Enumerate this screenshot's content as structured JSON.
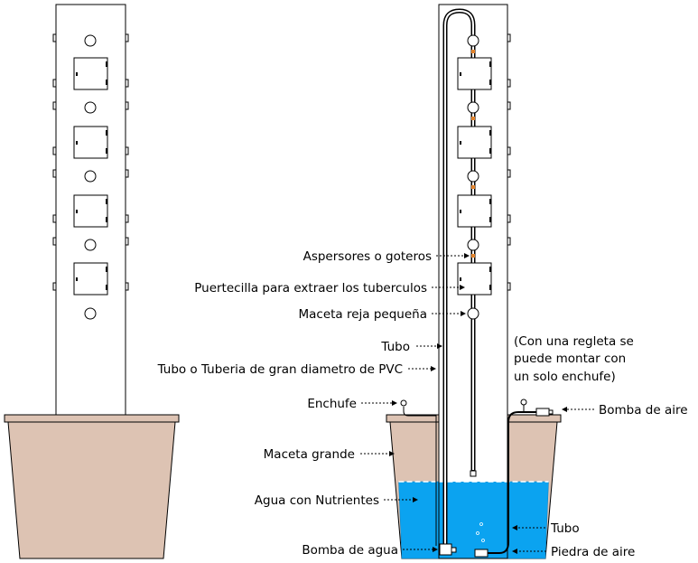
{
  "labels": {
    "aspersores": "Aspersores o goteros",
    "puertecilla": "Puertecilla para extraer los tuberculos",
    "maceta_reja": "Maceta reja pequeña",
    "tubo_interior": "Tubo",
    "tuberia_pvc": "Tubo o Tuberia de gran diametro de PVC",
    "regleta_line1": "(Con una regleta se",
    "regleta_line2": "puede montar con",
    "regleta_line3": "un solo enchufe)",
    "enchufe": "Enchufe",
    "bomba_aire": "Bomba de aire",
    "maceta_grande": "Maceta grande",
    "agua_nutrientes": "Agua con Nutrientes",
    "tubo_aire": "Tubo",
    "bomba_agua": "Bomba de agua",
    "piedra_aire": "Piedra de aire"
  },
  "colors": {
    "pot": "#ddc3b3",
    "water": "#0ba3f0",
    "stroke": "#000000",
    "dripper": "#e2822a",
    "background": "#ffffff"
  }
}
